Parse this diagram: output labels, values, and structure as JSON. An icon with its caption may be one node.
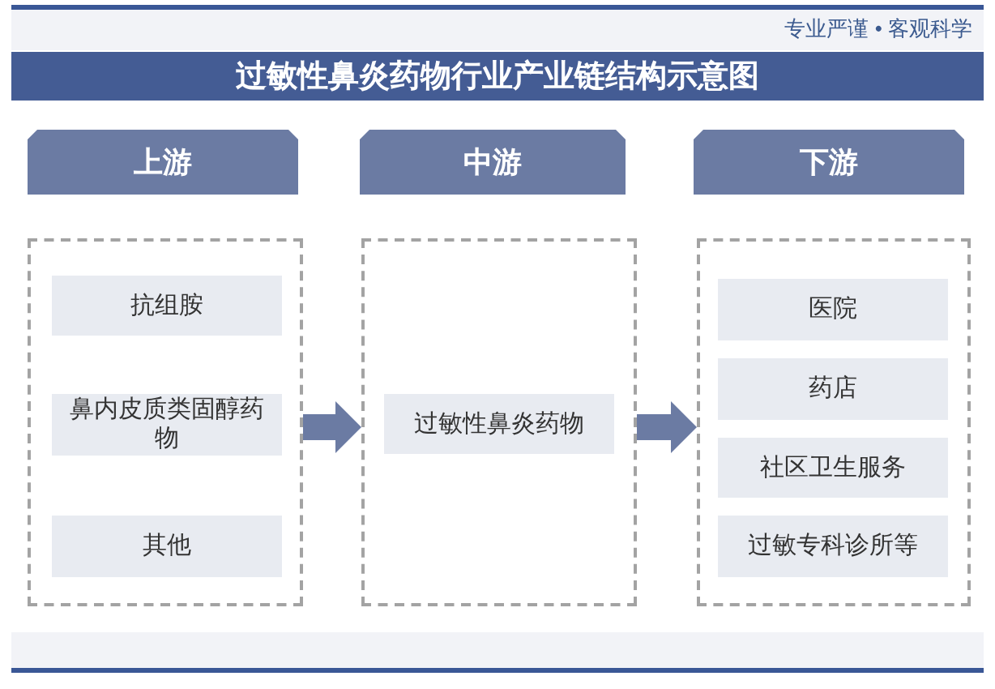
{
  "diagram": {
    "title": "过敏性鼻炎药物行业产业链结构示意图",
    "nodes": [
      {
        "text": [
          "上游"
        ]
      },
      {
        "text": [
          "中游"
        ]
      },
      {
        "text": [
          "下游"
        ]
      },
      {
        "text": [],
        "shape": "box"
      },
      {
        "text": [
          "抗组胺"
        ],
        "in": 3
      },
      {
        "text": [
          "鼻内皮质类固醇药物"
        ],
        "in": 3
      },
      {
        "text": [
          "其他"
        ],
        "in": 3
      },
      {
        "text": [],
        "shape": "box"
      },
      {
        "text": [
          "过敏性鼻炎药物"
        ],
        "in": 7
      },
      {
        "text": [],
        "shape": "box"
      },
      {
        "text": [
          "医院"
        ],
        "in": 9
      },
      {
        "text": [
          "药店"
        ],
        "in": 9
      },
      {
        "text": [
          "社区卫生服务"
        ],
        "in": 9
      },
      {
        "text": [
          "过敏专科诊所等"
        ],
        "in": 9
      }
    ],
    "edges": [
      {
        "from": 3,
        "to": 7,
        "arrow": "to"
      },
      {
        "from": 7,
        "to": 9,
        "arrow": "to"
      }
    ],
    "labels": [
      "专业严谨 • 客观科学"
    ]
  }
}
